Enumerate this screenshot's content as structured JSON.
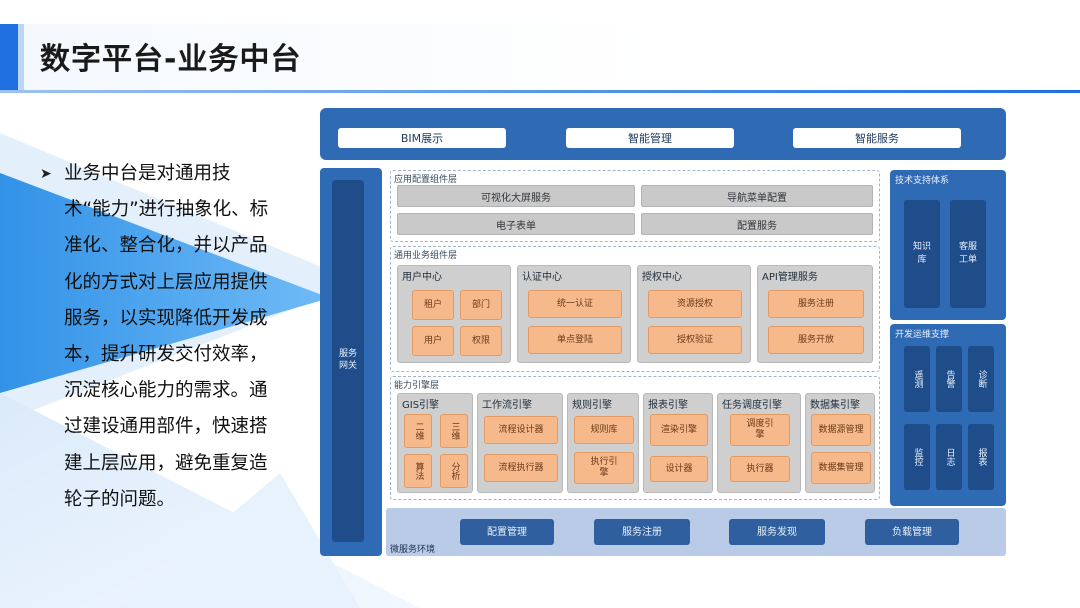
{
  "slide": {
    "title": "数字平台-业务中台",
    "bullet": "业务中台是对通用技术“能力”进行抽象化、标准化、整合化，并以产品化的方式对上层应用提供服务，以实现降低开发成本，提升研发交付效率，沉淀核心能力的需求。通过建设通用部件，快速搭建上层应用，避免重复造轮子的问题。"
  },
  "diagram": {
    "top_bar": [
      "BIM展示",
      "智能管理",
      "智能服务"
    ],
    "gateway": "服务网关",
    "app_layer": {
      "title": "应用配置组件层",
      "items": [
        "可视化大屏服务",
        "导航菜单配置",
        "电子表单",
        "配置服务"
      ]
    },
    "common_layer": {
      "title": "通用业务组件层",
      "groups": [
        {
          "title": "用户中心",
          "items": [
            "租户",
            "部门",
            "用户",
            "权限"
          ]
        },
        {
          "title": "认证中心",
          "items": [
            "统一认证",
            "单点登陆"
          ]
        },
        {
          "title": "授权中心",
          "items": [
            "资源授权",
            "授权验证"
          ]
        },
        {
          "title": "API管理服务",
          "items": [
            "服务注册",
            "服务开放"
          ]
        }
      ]
    },
    "engine_layer": {
      "title": "能力引擎层",
      "groups": [
        {
          "title": "GIS引擎",
          "items": [
            "二维",
            "三维",
            "算法",
            "分析"
          ]
        },
        {
          "title": "工作流引擎",
          "items": [
            "流程设计器",
            "流程执行器"
          ]
        },
        {
          "title": "规则引擎",
          "items": [
            "规则库",
            "执行引擎"
          ]
        },
        {
          "title": "报表引擎",
          "items": [
            "渲染引擎",
            "设计器"
          ]
        },
        {
          "title": "任务调度引擎",
          "items": [
            "调度引擎",
            "执行器"
          ]
        },
        {
          "title": "数据集引擎",
          "items": [
            "数据源管理",
            "数据集管理"
          ]
        }
      ]
    },
    "tech_support": {
      "title": "技术支持体系",
      "items": [
        "知识库",
        "客服工单"
      ]
    },
    "devops": {
      "title": "开发运维支撑",
      "items": [
        "遥测",
        "告警",
        "诊断",
        "监控",
        "日志",
        "报表"
      ]
    },
    "microservice": {
      "title": "微服务环境",
      "items": [
        "配置管理",
        "服务注册",
        "服务发现",
        "负载管理"
      ]
    },
    "colors": {
      "primary": "#2f6bb5",
      "orange": "#f6b98c",
      "gray": "#c9c9c9"
    }
  }
}
